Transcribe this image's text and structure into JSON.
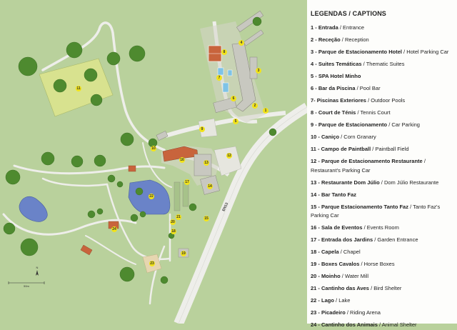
{
  "legend": {
    "title": "LEGENDAS / CAPTIONS",
    "items": [
      {
        "num": "1 - ",
        "pt": "Entrada",
        "en": " / Entrance"
      },
      {
        "num": "2 - ",
        "pt": "Receção",
        "en": " / Reception"
      },
      {
        "num": "3 - ",
        "pt": "Parque de Estacionamento Hotel",
        "en": " / Hotel Parking Car"
      },
      {
        "num": "4 - ",
        "pt": "Suites Temáticas",
        "en": " / Thematic Suites"
      },
      {
        "num": "5 - ",
        "pt": "SPA Hotel Minho",
        "en": ""
      },
      {
        "num": "6 - ",
        "pt": "Bar da Piscina",
        "en": " / Pool Bar"
      },
      {
        "num": "7- ",
        "pt": "Piscinas Exteriores",
        "en": " / Outdoor Pools"
      },
      {
        "num": "8 - ",
        "pt": "Court de Ténis",
        "en": " / Tennis Court"
      },
      {
        "num": "9 - ",
        "pt": "Parque de Estacionamento",
        "en": " / Car Parking"
      },
      {
        "num": "10 - ",
        "pt": "Caniço",
        "en": " / Corn Granary"
      },
      {
        "num": "11 - ",
        "pt": "Campo de Paintball",
        "en": " / Paintball Field"
      },
      {
        "num": "12 - ",
        "pt": "Parque de Estacionamento Restaurante",
        "en": " / Restaurant's Parking Car"
      },
      {
        "num": "13 - ",
        "pt": "Restaurante Dom Júlio",
        "en": " / Dom Júlio Restaurante"
      },
      {
        "num": "14 - ",
        "pt": "Bar Tanto Faz",
        "en": ""
      },
      {
        "num": "15 - ",
        "pt": "Parque Estacionamento Tanto Faz",
        "en": " / Tanto Faz's Parking Car"
      },
      {
        "num": "16 - ",
        "pt": "Sala de Eventos",
        "en": " / Events Room"
      },
      {
        "num": "17 - ",
        "pt": "Entrada dos Jardins",
        "en": " / Garden Entrance"
      },
      {
        "num": "18 - ",
        "pt": "Capela",
        "en": " / Chapel"
      },
      {
        "num": "19 - ",
        "pt": "Boxes Cavalos",
        "en": " / Horse Boxes"
      },
      {
        "num": "20 - ",
        "pt": "Moinho",
        "en": " / Water Mill"
      },
      {
        "num": "21 - ",
        "pt": "Cantinho das Aves",
        "en": " / Bird Shelter"
      },
      {
        "num": "22 - ",
        "pt": "Lago",
        "en": " / Lake"
      },
      {
        "num": "23 - ",
        "pt": "Picadeiro",
        "en": " / Riding Arena"
      },
      {
        "num": "24 - ",
        "pt": "Cantinho dos Animais",
        "en": " / Animal Shelter"
      }
    ]
  },
  "map": {
    "road_label": "EN13",
    "scale_label": "50m",
    "north_label": "N",
    "markers": [
      "1",
      "2",
      "3",
      "4",
      "5",
      "6",
      "7",
      "8",
      "9",
      "10",
      "11",
      "12",
      "13",
      "14",
      "15",
      "16",
      "17",
      "18",
      "19",
      "20",
      "21",
      "22",
      "23",
      "24"
    ],
    "colors": {
      "grass": "#b9d19c",
      "field": "#d8e28f",
      "road": "#eeeeea",
      "building_roof": "#c8c8c0",
      "terracotta_roof": "#c8643c",
      "water": "#6a83c8",
      "pool": "#7fc3e6",
      "tree": "#4e8a2f",
      "marker": "#f2e31a"
    }
  }
}
